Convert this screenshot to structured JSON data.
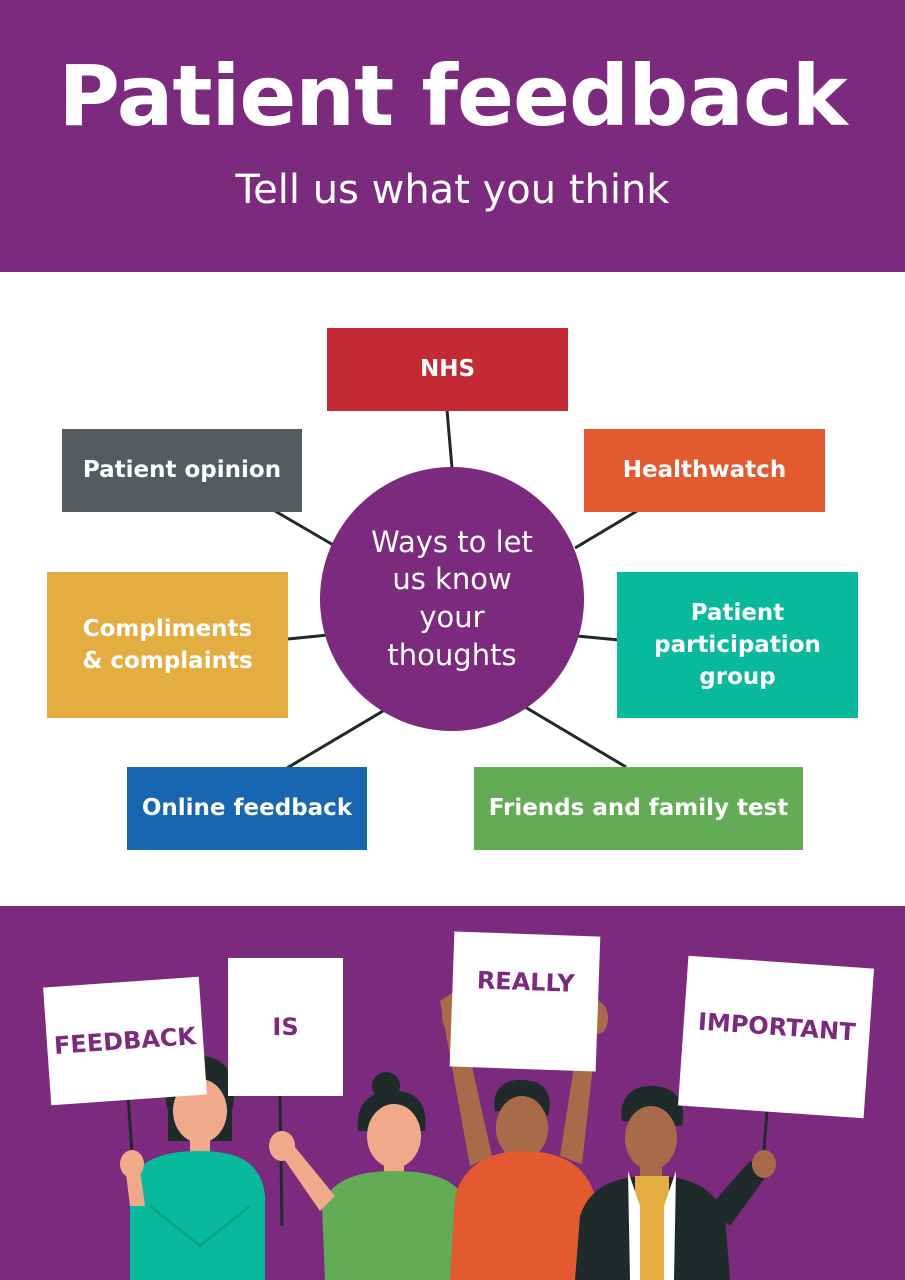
{
  "header": {
    "title": "Patient feedback",
    "subtitle": "Tell us what you think"
  },
  "hub": {
    "label": "Ways to let us know your thoughts"
  },
  "nodes": {
    "nhs": "NHS",
    "patient_opinion": "Patient opinion",
    "healthwatch": "Healthwatch",
    "compliments": "Compliments & complaints",
    "ppg": "Patient participation group",
    "online": "Online feedback",
    "fft": "Friends and family test"
  },
  "signs": [
    "FEEDBACK",
    "IS",
    "REALLY",
    "IMPORTANT"
  ],
  "colors": {
    "purple": "#7b2a7d",
    "nhs_red": "#c32a33",
    "grey": "#555b5e",
    "orange": "#e35a30",
    "yellow": "#e3ad42",
    "teal": "#08b99b",
    "blue": "#1866b2",
    "green": "#63ab55"
  },
  "illustration": "four-people-holding-signs"
}
